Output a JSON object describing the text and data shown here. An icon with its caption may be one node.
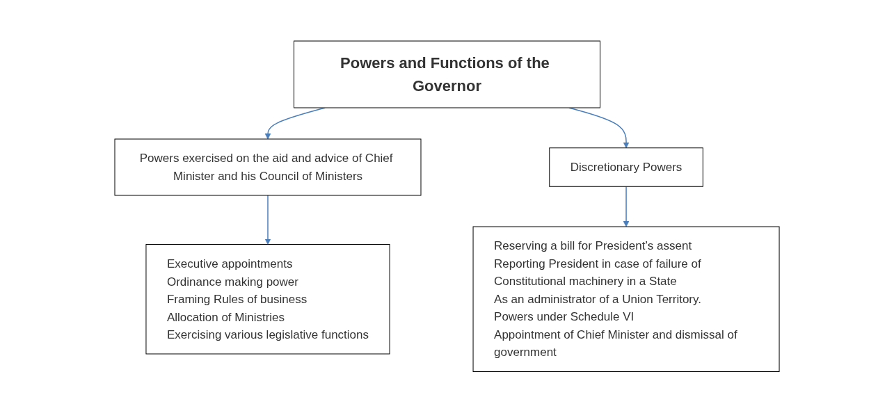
{
  "diagram": {
    "nodes": [
      {
        "text": [
          "Powers and Functions of the Governor"
        ]
      },
      {
        "text": [
          "Powers exercised on the aid and advice of Chief Minister and his Council of Ministers"
        ]
      },
      {
        "text": [
          "Discretionary Powers"
        ]
      },
      {
        "text": [
          "Executive appointments",
          "Ordinance making power",
          "Framing Rules of business",
          "Allocation of Ministries",
          "Exercising various legislative functions"
        ]
      },
      {
        "text": [
          "Reserving a bill for President’s assent",
          "Reporting President in case of failure of Constitutional machinery in a State",
          "As an administrator of a Union Territory.",
          "Powers under Schedule VI",
          "Appointment of Chief Minister and dismissal of government"
        ]
      }
    ],
    "edges": [
      {
        "from": 0,
        "to": 1,
        "arrow": "to"
      },
      {
        "from": 0,
        "to": 2,
        "arrow": "to"
      },
      {
        "from": 1,
        "to": 3,
        "arrow": "to"
      },
      {
        "from": 2,
        "to": 4,
        "arrow": "to"
      }
    ]
  }
}
